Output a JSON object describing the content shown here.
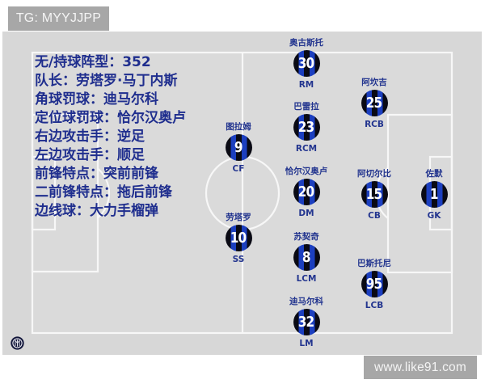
{
  "watermarks": {
    "top_left": "TG: MYYJJPP",
    "bottom_right": "www.like91.com"
  },
  "tactics": {
    "lines": [
      {
        "label": "无/持球阵型：",
        "value": "352"
      },
      {
        "label": "队长：",
        "value": "劳塔罗·马丁内斯"
      },
      {
        "label": "角球罚球：",
        "value": "迪马尔科"
      },
      {
        "label": "定位球罚球：",
        "value": "恰尔汉奥卢"
      },
      {
        "label": "右边攻击手：",
        "value": "逆足"
      },
      {
        "label": "左边攻击手：",
        "value": "顺足"
      },
      {
        "label": "前锋特点：",
        "value": "突前前锋"
      },
      {
        "label": "二前锋特点：",
        "value": "拖后前锋"
      },
      {
        "label": "边线球：",
        "value": "大力手榴弹"
      }
    ]
  },
  "players": [
    {
      "name": "奥古斯托",
      "number": "30",
      "position": "RM"
    },
    {
      "name": "阿坎吉",
      "number": "25",
      "position": "RCB"
    },
    {
      "name": "巴雷拉",
      "number": "23",
      "position": "RCM"
    },
    {
      "name": "图拉姆",
      "number": "9",
      "position": "CF"
    },
    {
      "name": "恰尔汉奥卢",
      "number": "20",
      "position": "DM"
    },
    {
      "name": "阿切尔比",
      "number": "15",
      "position": "CB"
    },
    {
      "name": "佐默",
      "number": "1",
      "position": "GK"
    },
    {
      "name": "劳塔罗",
      "number": "10",
      "position": "SS"
    },
    {
      "name": "苏契奇",
      "number": "8",
      "position": "LCM"
    },
    {
      "name": "巴斯托尼",
      "number": "95",
      "position": "LCB"
    },
    {
      "name": "迪马尔科",
      "number": "32",
      "position": "LM"
    }
  ],
  "team_logo": "inter-milan-crest-icon",
  "colors": {
    "text_navy": "#1f2e8e",
    "kit_black": "#0a0a14",
    "kit_blue": "#1c3fbf",
    "panel_gray": "#d7d7d7",
    "pitch_lines": "#f7f7f7",
    "watermark_bg": "#a7a7a7"
  }
}
